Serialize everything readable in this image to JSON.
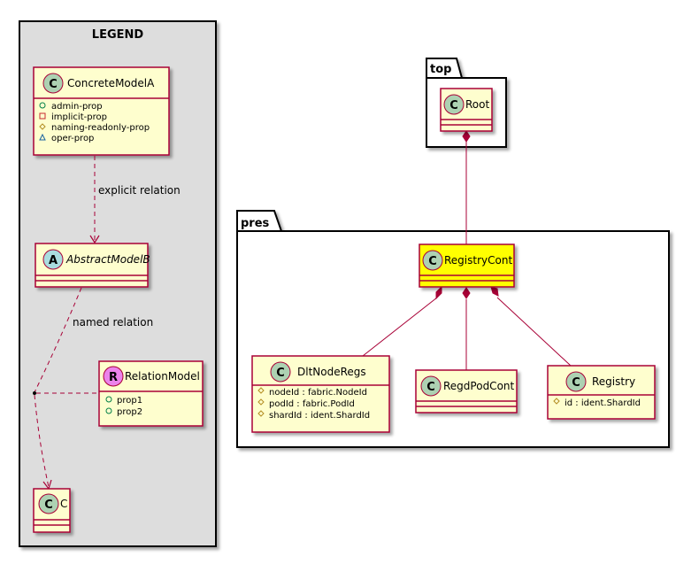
{
  "legend": {
    "title": "LEGEND",
    "concrete": {
      "badge": "C",
      "name": "ConcreteModelA",
      "props": [
        {
          "symbol": "+",
          "text": "admin-prop"
        },
        {
          "symbol": "-",
          "text": "implicit-prop"
        },
        {
          "symbol": "#",
          "text": "naming-readonly-prop"
        },
        {
          "symbol": "~",
          "text": "oper-prop"
        }
      ]
    },
    "abstract": {
      "badge": "A",
      "name": "AbstractModelB"
    },
    "relation_model": {
      "badge": "R",
      "name": "RelationModel",
      "props": [
        {
          "symbol": "+",
          "text": "prop1"
        },
        {
          "symbol": "+",
          "text": "prop2"
        }
      ]
    },
    "c": {
      "badge": "C",
      "name": "C"
    },
    "explicit_relation": "explicit relation",
    "named_relation": "named relation"
  },
  "packages": {
    "top": "top",
    "pres": "pres"
  },
  "classes": {
    "root": {
      "badge": "C",
      "name": "Root"
    },
    "registry_cont": {
      "badge": "C",
      "name": "RegistryCont"
    },
    "dlt_node_regs": {
      "badge": "C",
      "name": "DltNodeRegs",
      "fields": [
        {
          "symbol": "#",
          "text": "nodeId : fabric.NodeId"
        },
        {
          "symbol": "#",
          "text": "podId : fabric.PodId"
        },
        {
          "symbol": "#",
          "text": "shardId : ident.ShardId"
        }
      ]
    },
    "regd_pod_cont": {
      "badge": "C",
      "name": "RegdPodCont"
    },
    "registry": {
      "badge": "C",
      "name": "Registry",
      "fields": [
        {
          "symbol": "#",
          "text": "id : ident.ShardId"
        }
      ]
    }
  },
  "colors": {
    "class_fill": "#FEFECE",
    "class_border": "#A80036",
    "highlight_fill": "#FFFF00",
    "legend_fill": "#DDDDDD",
    "badge_class": "#ADD1B2",
    "badge_abstract": "#A9DCDF",
    "badge_relation": "#EB83EB"
  }
}
